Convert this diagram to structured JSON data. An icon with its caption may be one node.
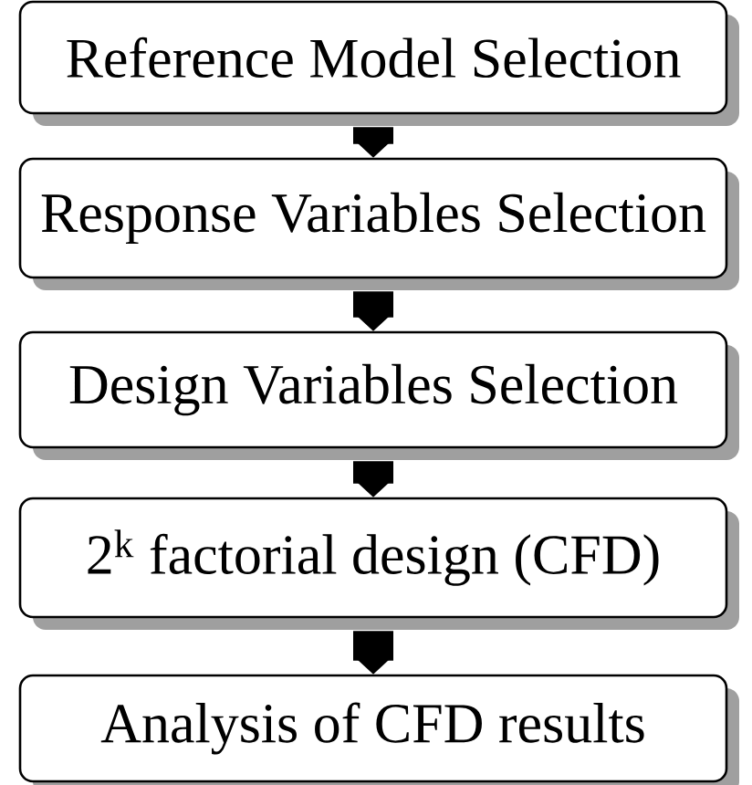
{
  "diagram": {
    "nodes": [
      {
        "text": [
          "Reference Model Selection"
        ]
      },
      {
        "text": [
          "Response Variables Selection"
        ]
      },
      {
        "text": [
          "Design Variables Selection"
        ]
      },
      {
        "text": [
          "2$^{k}$ factorial design (CFD)"
        ]
      },
      {
        "text": [
          "Analysis of CFD results"
        ]
      }
    ],
    "edges": [
      {
        "from": 0,
        "to": 1,
        "arrow": "to"
      },
      {
        "from": 1,
        "to": 2,
        "arrow": "to"
      },
      {
        "from": 2,
        "to": 3,
        "arrow": "to"
      },
      {
        "from": 3,
        "to": 4,
        "arrow": "to"
      }
    ]
  }
}
